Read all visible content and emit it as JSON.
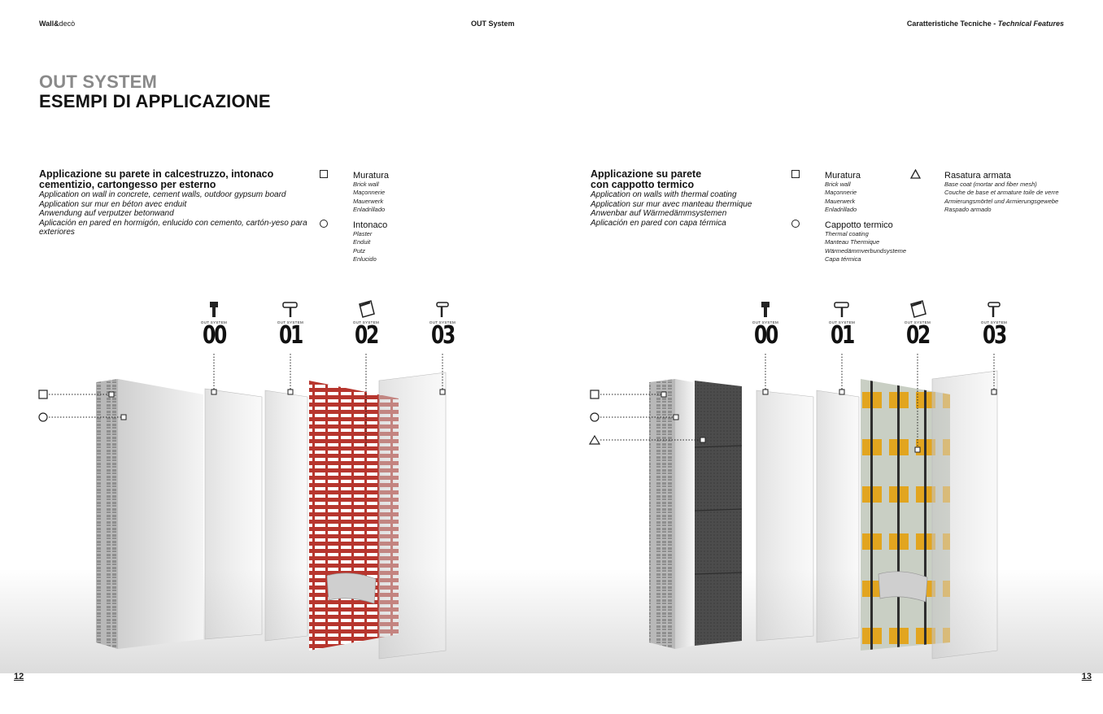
{
  "header": {
    "brand_bold": "Wall&",
    "brand_rest": "decò",
    "center": "OUT System",
    "right_main": "Caratteristiche Tecniche - ",
    "right_italic": "Technical Features"
  },
  "title": {
    "line1": "OUT SYSTEM",
    "line2": "ESEMPI DI APPLICAZIONE"
  },
  "left_page": {
    "heading_line1": "Applicazione su parete in calcestruzzo, intonaco",
    "heading_line2": "cementizio, cartongesso per esterno",
    "sub": [
      "Application on wall in concrete, cement walls, outdoor gypsum board",
      "Application sur mur en béton avec enduit",
      "Anwendung auf verputzer betonwand",
      "Aplicación en pared en hormigón, enlucido con cemento, cartón-yeso para",
      "exteriores"
    ],
    "legend": [
      {
        "symbol": "square",
        "name": "Muratura",
        "langs": [
          "Brick wall",
          "Maçonnerie",
          "Mauerwerk",
          "Enladrillado"
        ]
      },
      {
        "symbol": "circle",
        "name": "Intonaco",
        "langs": [
          "Plaster",
          "Enduit",
          "Putz",
          "Enlucido"
        ]
      }
    ],
    "page_number": "12"
  },
  "right_page": {
    "heading_line1": "Applicazione su parete",
    "heading_line2": "con cappotto termico",
    "sub": [
      "Application on walls with thermal coating",
      "Application sur mur avec manteau thermique",
      "Anwenbar auf Wärmedämmsystemen",
      "Aplicación en pared con capa térmica"
    ],
    "legend": [
      {
        "symbol": "square",
        "name": "Muratura",
        "langs": [
          "Brick wall",
          "Maçonnerie",
          "Mauerwerk",
          "Enladrillado"
        ]
      },
      {
        "symbol": "circle",
        "name": "Cappotto termico",
        "langs": [
          "Thermal coating",
          "Manteau Thermique",
          "Wärmedämmverbundsysteme",
          "Capa térmica"
        ]
      },
      {
        "symbol": "triangle",
        "name": "Rasatura armata",
        "langs": [
          "Base coat (mortar and fiber mesh)",
          "Couche de base et armature toile de verre",
          "Armierungsmörtel und Armierungsgewebe",
          "Raspado armado"
        ]
      }
    ],
    "page_number": "13"
  },
  "steps": {
    "caption": "OUT SYSTEM",
    "numbers": [
      "00",
      "01",
      "02",
      "03"
    ],
    "icons": [
      "brush-icon",
      "roller-icon",
      "trowel-icon",
      "small-roller-icon"
    ]
  },
  "colors": {
    "mesh_red": "#b7362e",
    "mesh_yellow": "#e2a51f",
    "title_gray": "#8a8a8a",
    "panel_gray": "#d9d9d9"
  }
}
